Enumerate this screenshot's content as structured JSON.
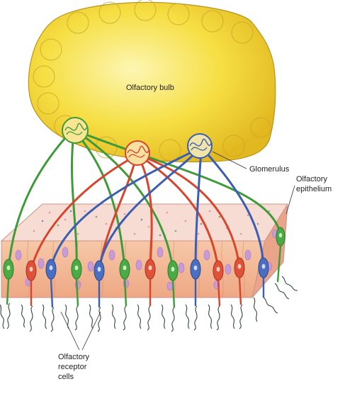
{
  "labels": {
    "bulb": "Olfactory bulb",
    "glomerulus": "Glomerulus",
    "epithelium_line1": "Olfactory",
    "epithelium_line2": "epithelium",
    "receptor_line1": "Olfactory",
    "receptor_line2": "receptor",
    "receptor_line3": "cells"
  },
  "colors": {
    "bulb_fill": "#f5dc3c",
    "bulb_highlight": "#fdf6b4",
    "bulb_edge": "#b89418",
    "green_neuron": "#3f9a3a",
    "red_neuron": "#d8442c",
    "blue_neuron": "#3b5eb0",
    "tissue_front": "#f1b898",
    "tissue_top": "#f7dcd4",
    "nucleus": "#c89ad8",
    "cilia": "#2f4a3c"
  }
}
